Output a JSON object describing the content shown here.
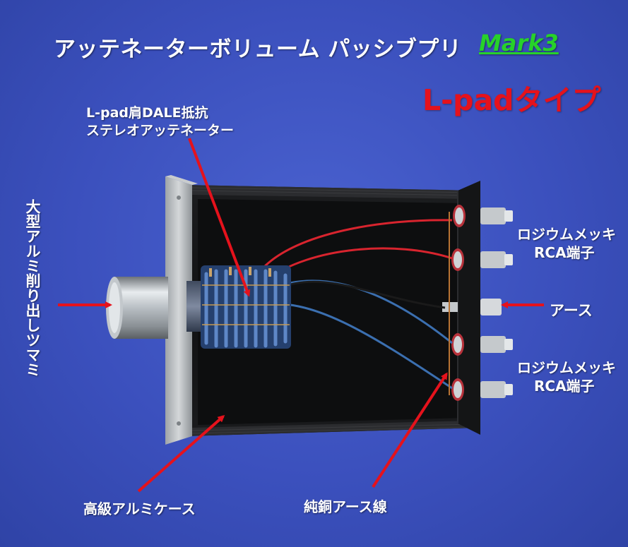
{
  "title": "アッテネーターボリューム パッシブプリ",
  "mark": "Mark3",
  "type_label": "L-padタイプ",
  "labels": {
    "attenuator_line1": "L-pad肩DALE抵抗",
    "attenuator_line2": "ステレオアッテネーター",
    "knob": "大型アルミ削り出しツマミ",
    "rca_top_line1": "ロジウムメッキ",
    "rca_top_line2": "RCA端子",
    "earth": "アース",
    "rca_bottom_line1": "ロジウムメッキ",
    "rca_bottom_line2": "RCA端子",
    "case": "高級アルミケース",
    "copper_wire": "純銅アース線"
  },
  "colors": {
    "background": "#3b50bd",
    "title_text": "#ffffff",
    "mark_text": "#27d12a",
    "type_text": "#e5121c",
    "arrow": "#e5121c"
  }
}
